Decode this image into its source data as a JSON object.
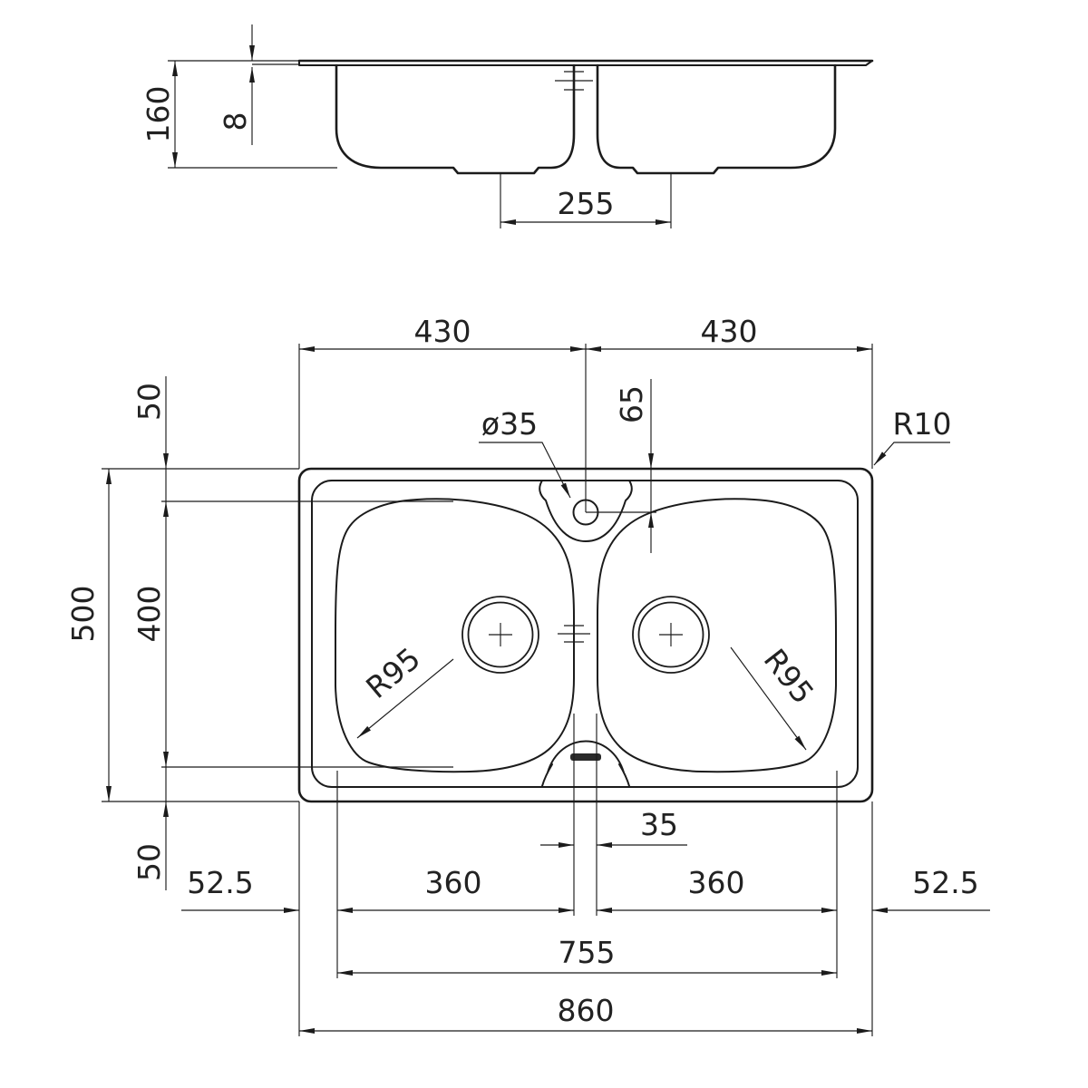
{
  "drawing": {
    "title": "double-bowl-sink-technical-drawing",
    "background_color": "#ffffff",
    "line_color": "#1b1b1b",
    "labels": {
      "section": {
        "depth": "160",
        "rim_height": "8",
        "drain_spacing": "255"
      },
      "plan": {
        "half_width_left": "430",
        "half_width_right": "430",
        "rim_top_margin": "50",
        "hole_offset": "65",
        "hole_diameter": "ø35",
        "corner_radius": "R10",
        "overall_depth": "500",
        "bowl_length": "400",
        "bowl_radius_left": "R95",
        "bowl_radius_right": "R95",
        "rim_bottom_margin": "50",
        "divider_width": "35",
        "side_margin_left": "52.5",
        "bowl_width_left": "360",
        "bowl_width_right": "360",
        "side_margin_right": "52.5",
        "bowls_outer_span": "755",
        "overall_width": "860"
      }
    }
  }
}
